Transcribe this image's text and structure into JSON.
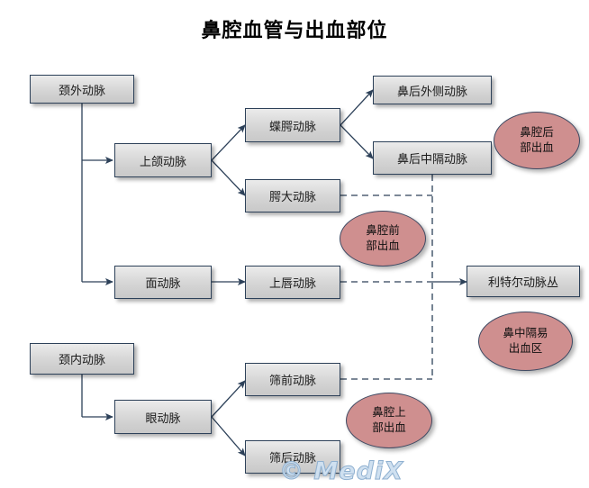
{
  "title": "鼻腔血管与出血部位",
  "watermark": "© MediX",
  "colors": {
    "node_border": "#2d4159",
    "node_fill_top": "#ebebeb",
    "node_fill_bottom": "#c9c9c9",
    "bleed_fill": "#cf8f8f",
    "bleed_border": "#3f4a63",
    "connector": "#2d4159",
    "background": "#ffffff",
    "watermark": "#cfe0f0"
  },
  "nodes": {
    "external_carotid": "颈外动脉",
    "maxillary": "上颌动脉",
    "sphenopalatine": "蝶腭动脉",
    "greater_palatine": "腭大动脉",
    "posterior_lateral_nasal": "鼻后外侧动脉",
    "posterior_septal_nasal": "鼻后中隔动脉",
    "facial": "面动脉",
    "superior_labial": "上唇动脉",
    "little_plexus": "利特尔动脉丛",
    "internal_carotid": "颈内动脉",
    "ophthalmic": "眼动脉",
    "anterior_ethmoidal": "筛前动脉",
    "posterior_ethmoidal": "筛后动脉"
  },
  "bleeding_sites": {
    "posterior": {
      "line1": "鼻腔后",
      "line2": "部出血"
    },
    "anterior": {
      "line1": "鼻腔前",
      "line2": "部出血"
    },
    "septum": {
      "line1": "鼻中隔易",
      "line2": "出血区"
    },
    "superior": {
      "line1": "鼻腔上",
      "line2": "部出血"
    }
  }
}
